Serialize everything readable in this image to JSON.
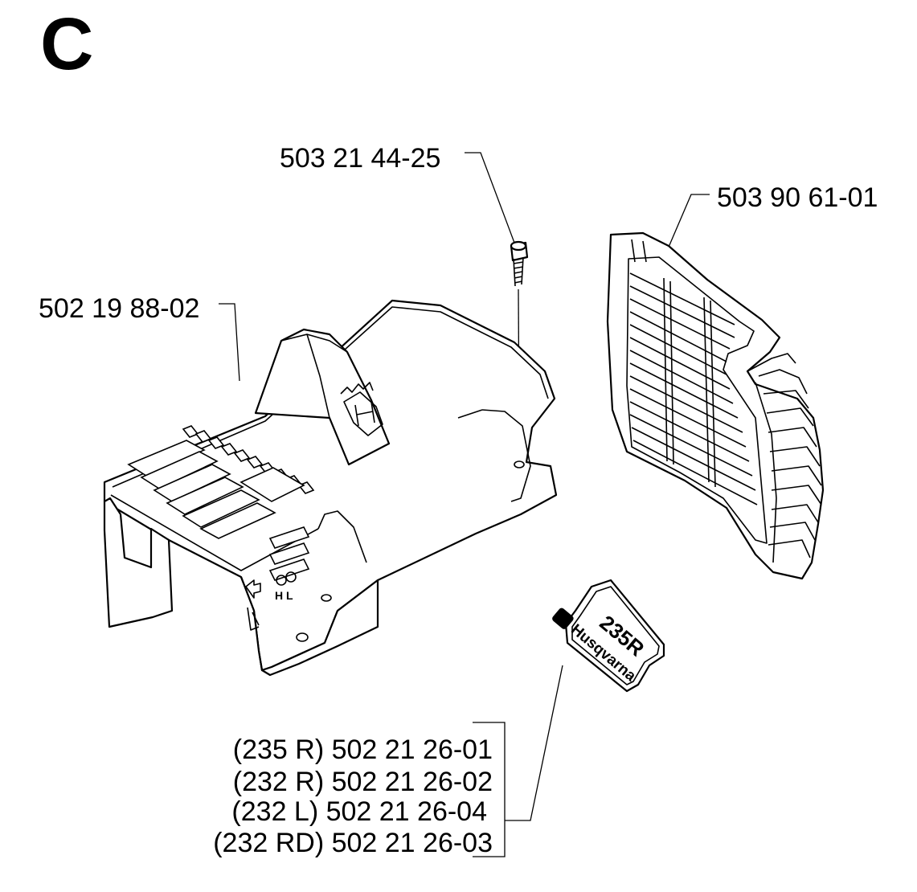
{
  "section_letter": "C",
  "parts": {
    "screw": "503 21 44-25",
    "guard": "503 90 61-01",
    "cover": "502 19 88-02"
  },
  "decal_variants": [
    "(235 R) 502 21 26-01",
    "(232 R) 502 21 26-02",
    "(232 L) 502 21 26-04",
    "(232 RD) 502 21 26-03"
  ],
  "decal": {
    "model": "235R",
    "brand": "Husqvarna"
  },
  "cover_markings": {
    "adjust": "H  L"
  }
}
